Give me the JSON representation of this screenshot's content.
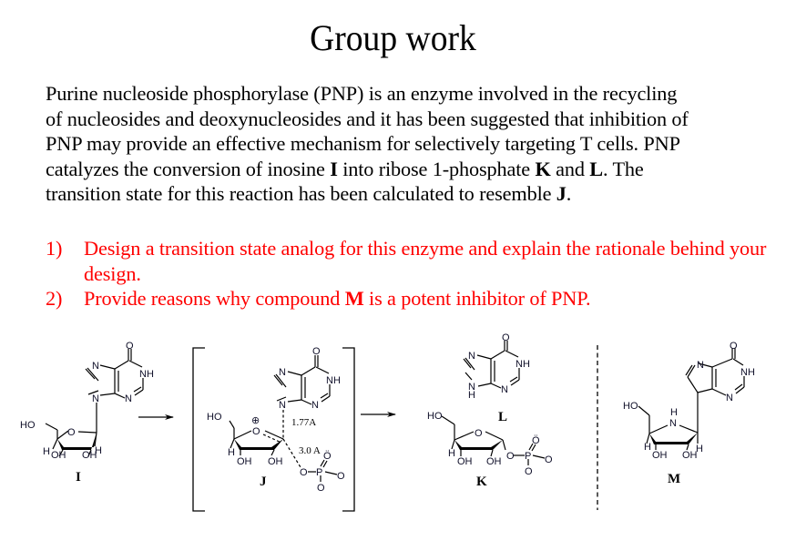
{
  "slide": {
    "title": "Group work",
    "paragraph": {
      "line1": "Purine nucleoside phosphorylase (PNP) is an enzyme involved in the recycling",
      "line2": "of nucleosides and deoxynucleosides and it has been suggested that inhibition of",
      "line3": "PNP may provide an effective mechanism for selectively targeting T cells. PNP",
      "line4_a": "catalyzes the conversion of inosine ",
      "line4_I": "I",
      "line4_b": " into ribose 1-phosphate ",
      "line4_K": "K",
      "line4_c": " and ",
      "line4_L": "L",
      "line4_d": ". The",
      "line5_a": "transition state for this reaction has been calculated to resemble ",
      "line5_J": "J",
      "line5_b": "."
    },
    "questions": [
      {
        "num": "1)",
        "text": "Design a transition state analog for this enzyme and explain the rationale behind your design."
      },
      {
        "num": "2)",
        "text_a": "Provide reasons why compound ",
        "text_bold": "M",
        "text_b": " is a potent inhibitor of PNP."
      }
    ],
    "question_color": "#ff0000"
  },
  "scheme": {
    "compounds": {
      "I": {
        "label": "I",
        "name": "inosine"
      },
      "J": {
        "label": "J",
        "name": "transition state",
        "charge": "⊕",
        "dist_n": "1.77A",
        "dist_o": "3.0 A"
      },
      "K": {
        "label": "K",
        "name": "ribose 1-phosphate"
      },
      "L": {
        "label": "L",
        "name": "hypoxanthine"
      },
      "M": {
        "label": "M",
        "name": "inhibitor"
      }
    },
    "atoms": {
      "O": "O",
      "N": "N",
      "NH": "NH",
      "HN": "H",
      "H": "H",
      "HO": "HO",
      "OH": "OH",
      "P": "P",
      "Ostar": "Ö"
    }
  }
}
